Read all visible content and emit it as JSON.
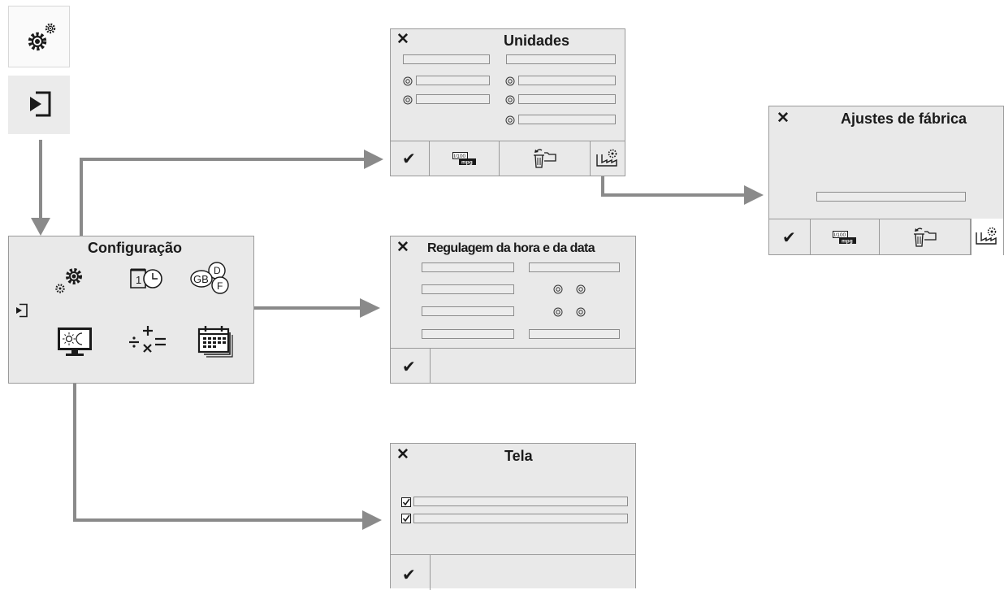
{
  "panels": {
    "configuracao": {
      "title": "Configuração"
    },
    "unidades": {
      "title": "Unidades",
      "close": "✕",
      "confirm": "✔",
      "mpg_top": "l/100",
      "mpg_bottom": "mpg"
    },
    "ajustes": {
      "title": "Ajustes de fábrica",
      "close": "✕",
      "confirm": "✔",
      "mpg_top": "l/100",
      "mpg_bottom": "mpg"
    },
    "hora_data": {
      "title": "Regulagem da hora e da data",
      "close": "✕",
      "confirm": "✔"
    },
    "tela": {
      "title": "Tela",
      "close": "✕",
      "confirm": "✔"
    }
  },
  "icons": {
    "top_settings": "settings-gears-icon",
    "top_enter": "enter-icon",
    "language_letters": [
      "GB",
      "D",
      "F"
    ],
    "calendar_day": "1"
  },
  "colors": {
    "panel": "#e9e9e9",
    "border": "#9a9a9a",
    "arrow": "#8a8a8a",
    "icon_bg": "#ebebeb"
  }
}
